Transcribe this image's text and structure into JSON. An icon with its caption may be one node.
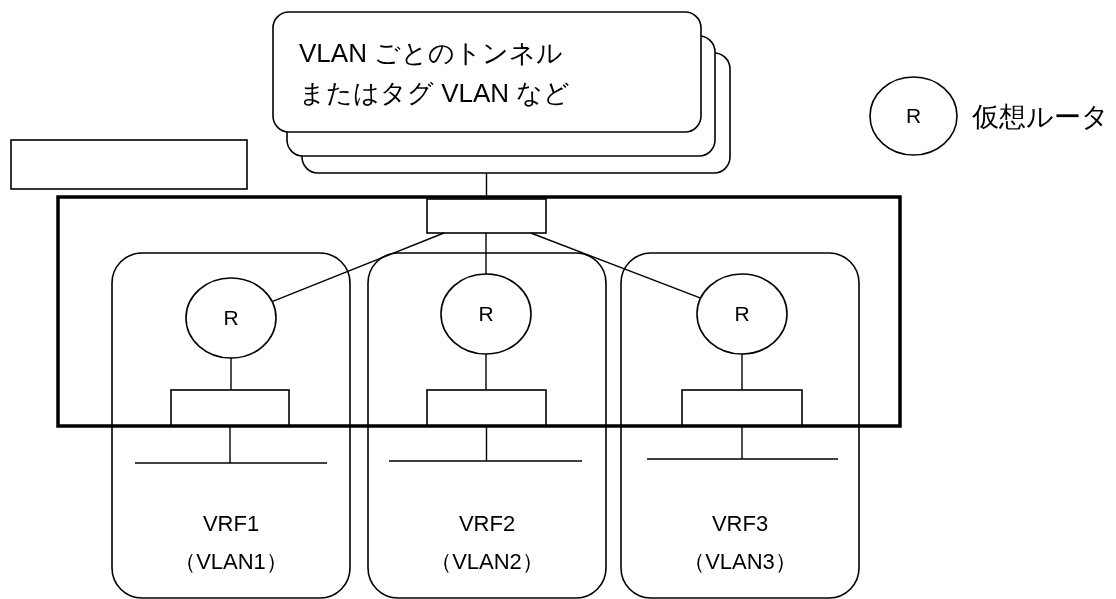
{
  "diagram": {
    "nodes": [
      {
        "text": [
          "VLAN ごとのトンネルまたはタグ VLAN など"
        ]
      },
      {
        "text": [
          "R"
        ],
        "beside": [
          "仮想ルータ"
        ]
      },
      {
        "text": [],
        "shape": "box"
      },
      {
        "text": [],
        "shape": "box"
      },
      {
        "text": [],
        "shape": "box",
        "in": 3
      },
      {
        "text": [
          "VRF1 （VLAN1）"
        ]
      },
      {
        "text": [
          "R"
        ]
      },
      {
        "text": [],
        "shape": "box"
      },
      {
        "text": [],
        "shape": "bar",
        "in": 5
      },
      {
        "text": [
          "VRF2 （VLAN2）"
        ]
      },
      {
        "text": [
          "R"
        ]
      },
      {
        "text": [],
        "shape": "box"
      },
      {
        "text": [],
        "shape": "bar",
        "in": 9
      },
      {
        "text": [
          "VRF3 （VLAN3）"
        ]
      },
      {
        "text": [
          "R"
        ]
      },
      {
        "text": [],
        "shape": "box"
      },
      {
        "text": [],
        "shape": "bar",
        "in": 13
      }
    ],
    "edges": [
      {
        "from": 0,
        "to": 4,
        "arrow": "none"
      },
      {
        "from": 4,
        "to": 6,
        "arrow": "none"
      },
      {
        "from": 4,
        "to": 10,
        "arrow": "none"
      },
      {
        "from": 4,
        "to": 14,
        "arrow": "none"
      },
      {
        "from": 6,
        "to": 7,
        "arrow": "none"
      },
      {
        "from": 7,
        "to": 8,
        "arrow": "none"
      },
      {
        "from": 10,
        "to": 11,
        "arrow": "none"
      },
      {
        "from": 11,
        "to": 12,
        "arrow": "none"
      },
      {
        "from": 14,
        "to": 15,
        "arrow": "none"
      },
      {
        "from": 15,
        "to": 16,
        "arrow": "none"
      }
    ]
  }
}
